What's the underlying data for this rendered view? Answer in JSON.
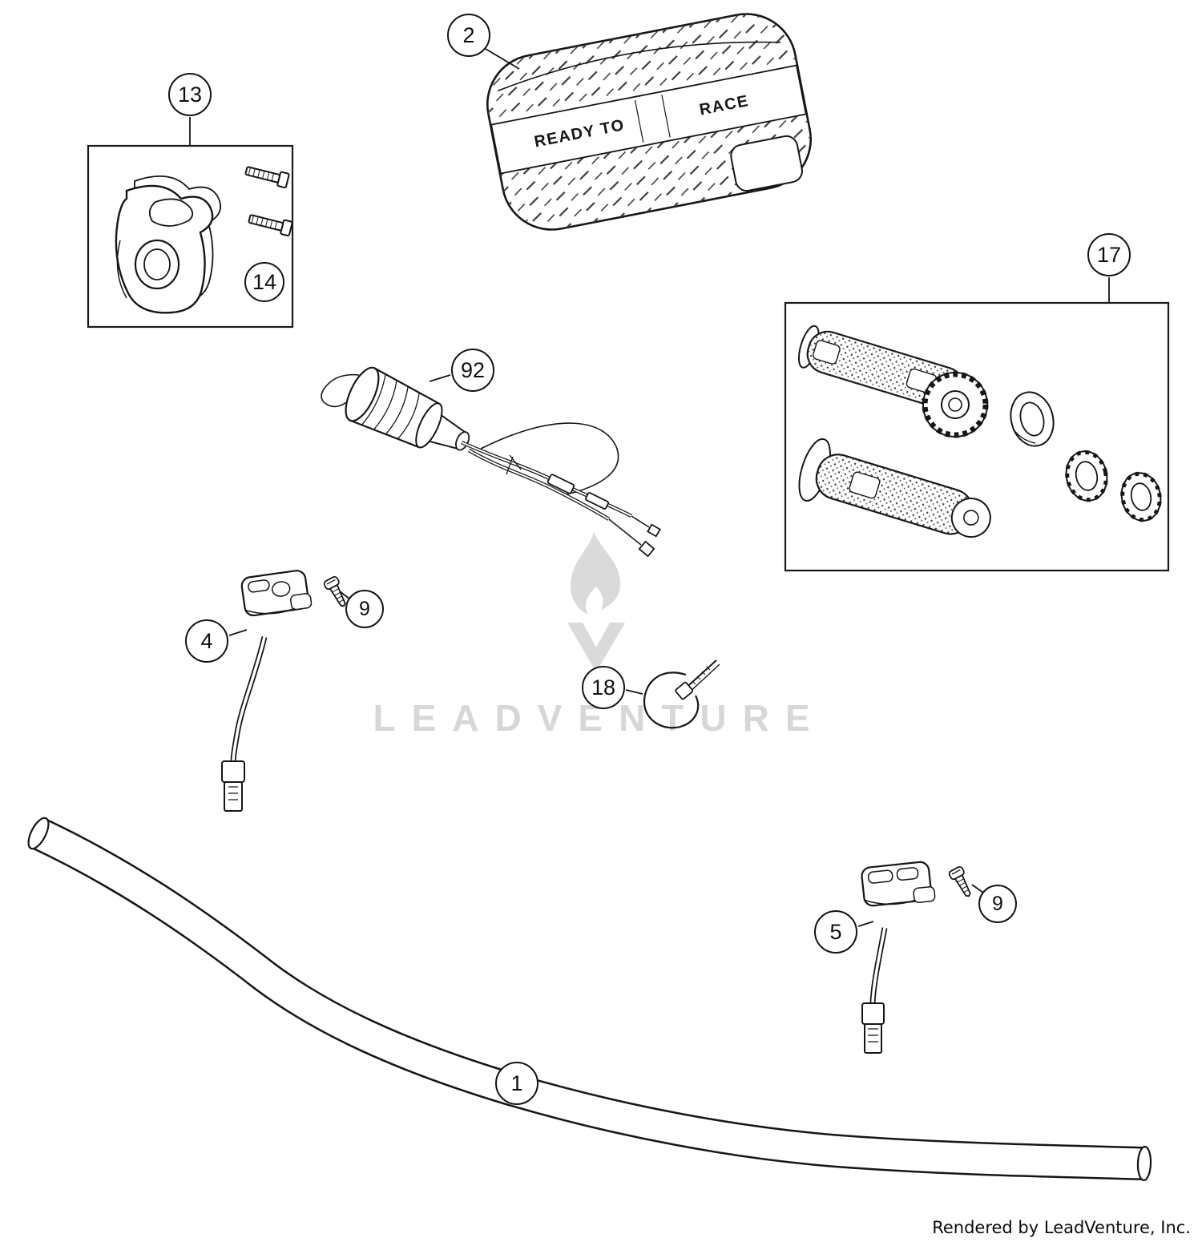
{
  "page": {
    "watermark_text": "LEADVENTURE",
    "footer": "Rendered by LeadVenture, Inc."
  },
  "pad": {
    "text_left": "READY TO",
    "text_right": "RACE"
  },
  "callouts": {
    "c1": {
      "label": "1"
    },
    "c2": {
      "label": "2"
    },
    "c4": {
      "label": "4"
    },
    "c5": {
      "label": "5"
    },
    "c9a": {
      "label": "9"
    },
    "c9b": {
      "label": "9"
    },
    "c13": {
      "label": "13"
    },
    "c14": {
      "label": "14"
    },
    "c17": {
      "label": "17"
    },
    "c18": {
      "label": "18"
    },
    "c92": {
      "label": "92"
    }
  }
}
